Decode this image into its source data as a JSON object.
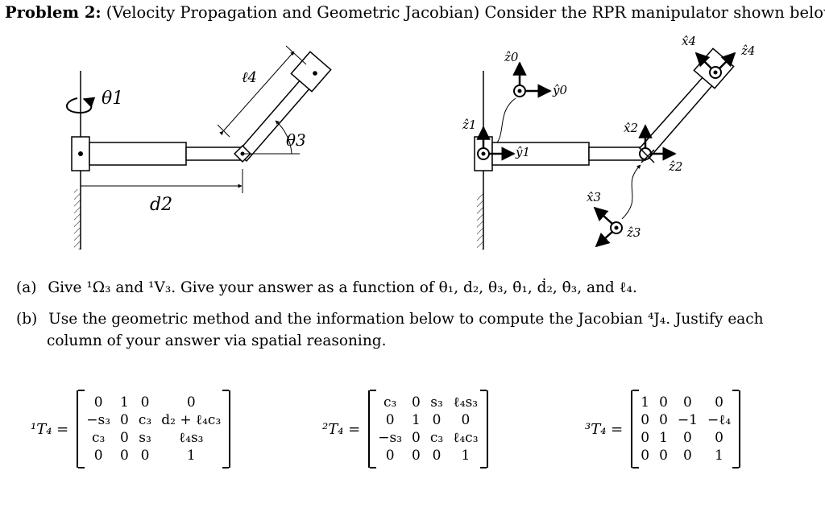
{
  "problem": {
    "number": "Problem 2:",
    "text": " (Velocity Propagation and Geometric Jacobian) Consider the RPR manipulator shown below."
  },
  "left_figure": {
    "theta1": "θ1",
    "l4": "ℓ4",
    "theta3": "θ3",
    "d2": "d2"
  },
  "right_figure": {
    "z0": "ẑ0",
    "y0": "ŷ0",
    "z1": "ẑ1",
    "y1": "ŷ1",
    "x2": "x̂2",
    "z2": "ẑ2",
    "x3": "x̂3",
    "z3": "ẑ3",
    "x4": "x̂4",
    "z4": "ẑ4"
  },
  "questions": {
    "a_tag": "(a)",
    "a_text": "Give ¹Ω₃ and ¹V₃. Give your answer as a function of θ₁, d₂, θ₃, θ̇₁, ḋ₂, θ̇₃, and ℓ₄.",
    "b_tag": "(b)",
    "b_line1": "Use the geometric method and the information below to compute the Jacobian ⁴J₄. Justify each",
    "b_line2": "column of your answer via spatial reasoning."
  },
  "matrices": [
    {
      "label": "¹T₄ =",
      "rows": [
        [
          "0",
          "1",
          "0",
          "0"
        ],
        [
          "−s₃",
          "0",
          "c₃",
          "d₂ + ℓ₄c₃"
        ],
        [
          "c₃",
          "0",
          "s₃",
          "ℓ₄s₃"
        ],
        [
          "0",
          "0",
          "0",
          "1"
        ]
      ]
    },
    {
      "label": "²T₄ =",
      "rows": [
        [
          "c₃",
          "0",
          "s₃",
          "ℓ₄s₃"
        ],
        [
          "0",
          "1",
          "0",
          "0"
        ],
        [
          "−s₃",
          "0",
          "c₃",
          "ℓ₄c₃"
        ],
        [
          "0",
          "0",
          "0",
          "1"
        ]
      ]
    },
    {
      "label": "³T₄ =",
      "rows": [
        [
          "1",
          "0",
          "0",
          "0"
        ],
        [
          "0",
          "0",
          "−1",
          "−ℓ₄"
        ],
        [
          "0",
          "1",
          "0",
          "0"
        ],
        [
          "0",
          "0",
          "0",
          "1"
        ]
      ]
    }
  ]
}
